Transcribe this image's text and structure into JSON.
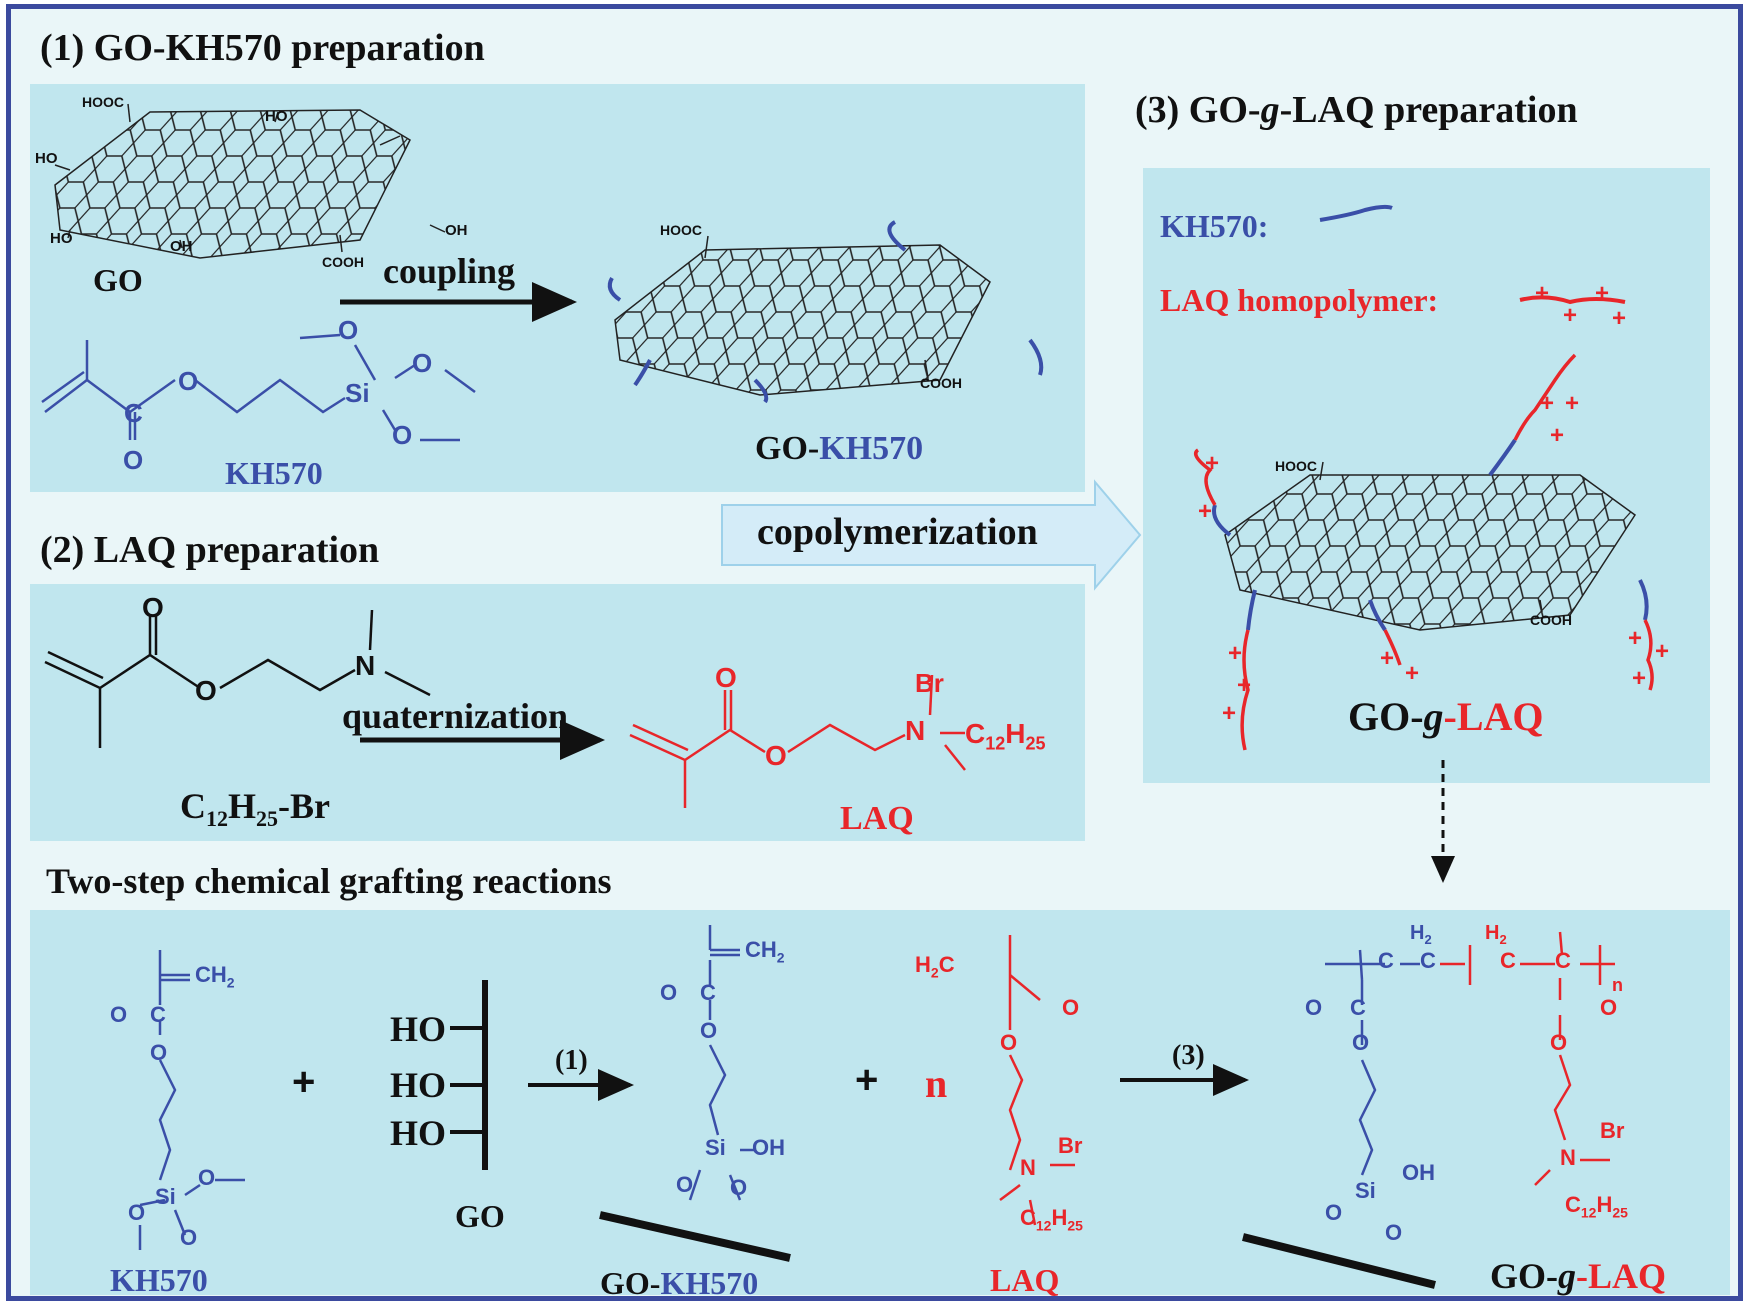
{
  "headings": {
    "section1": "(1) GO-KH570 preparation",
    "section2": "(2) LAQ preparation",
    "section3_prefix": "(3) GO-",
    "section3_g": "g",
    "section3_suffix": "-LAQ preparation",
    "section4": "Two-step chemical grafting reactions"
  },
  "section1": {
    "go_label": "GO",
    "arrow_label": "coupling",
    "kh570_label": "KH570",
    "product_go": "GO-",
    "product_kh570": "KH570",
    "groups": {
      "hooc": "HOOC",
      "cooh": "COOH",
      "ho": "HO",
      "oh": "OH",
      "o": "O",
      "si": "Si"
    }
  },
  "section2": {
    "reagent_label": "C12H25-Br",
    "reagent_c": "C",
    "reagent_12": "12",
    "reagent_h": "H",
    "reagent_25": "25",
    "reagent_br": "-Br",
    "arrow_label": "quaternization",
    "product_label": "LAQ",
    "groups": {
      "o": "O",
      "n": "N",
      "br": "Br",
      "c12h25_c": "C",
      "c12h25_12": "12",
      "c12h25_h": "H",
      "c12h25_25": "25"
    }
  },
  "middle_arrow": "copolymerization",
  "section3": {
    "legend_kh570": "KH570:",
    "legend_laq": "LAQ homopolymer:",
    "product_go": "GO-",
    "product_g": "g",
    "product_laq": "-LAQ",
    "plus": "+"
  },
  "section4": {
    "kh570": "KH570",
    "plus1": "+",
    "go": "GO",
    "ho": "HO",
    "step1": "(1)",
    "go_kh570_go": "GO-",
    "go_kh570_kh": "KH570",
    "plus2": "+",
    "n": "n",
    "laq": "LAQ",
    "step3": "(3)",
    "final_go": "GO-",
    "final_g": "g",
    "final_laq": "-LAQ",
    "ch2": "CH",
    "h2c": "H",
    "c": "C",
    "o": "O",
    "si": "Si",
    "oh": "OH",
    "br": "Br",
    "h2": "H",
    "sub2": "2",
    "sub_n": "n"
  },
  "colors": {
    "frame": "#3b4a9e",
    "panel": "#c0e6ee",
    "background": "#eaf6f8",
    "kh570_blue": "#3a4fa8",
    "laq_red": "#e8262a",
    "arrow_fill": "#d4ecf8"
  }
}
